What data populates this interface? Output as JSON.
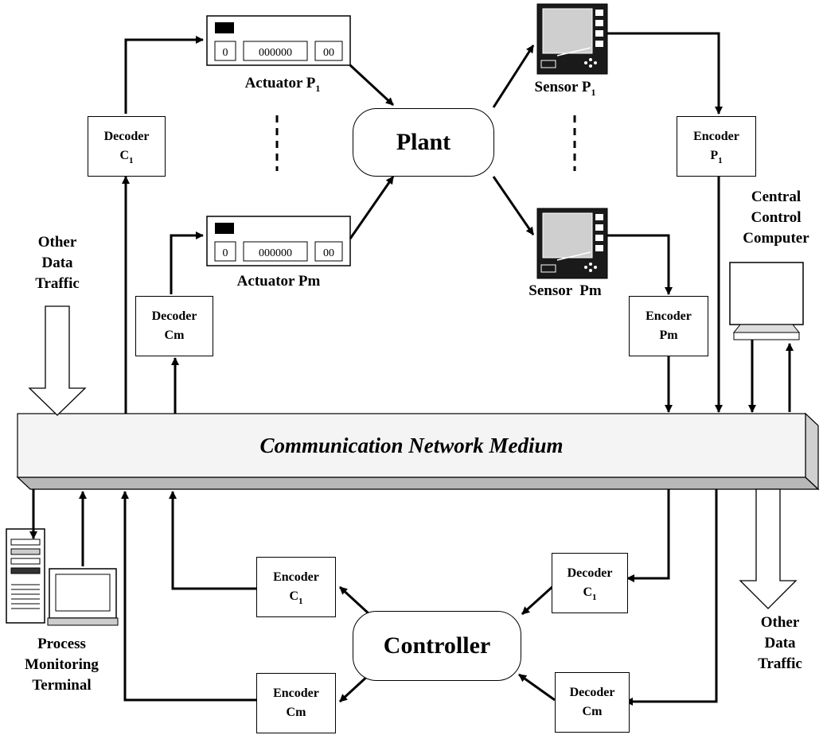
{
  "network": {
    "label": "Communication Network Medium"
  },
  "plant": {
    "label": "Plant"
  },
  "controller": {
    "label": "Controller"
  },
  "actuators": {
    "top": {
      "label": "Actuator P",
      "sub": "1"
    },
    "bottom": {
      "label": "Actuator Pm"
    }
  },
  "sensors": {
    "top": {
      "label": "Sensor P",
      "sub": "1"
    },
    "bottom": {
      "label": "Sensor  Pm"
    }
  },
  "plant_side": {
    "decoder_c1": {
      "line1": "Decoder",
      "line2": "C",
      "sub": "1"
    },
    "decoder_cm": {
      "line1": "Decoder",
      "line2": "Cm"
    },
    "encoder_p1": {
      "line1": "Encoder",
      "line2": "P",
      "sub": "1"
    },
    "encoder_pm": {
      "line1": "Encoder",
      "line2": "Pm"
    }
  },
  "controller_side": {
    "encoder_c1": {
      "line1": "Encoder",
      "line2": "C",
      "sub": "1"
    },
    "encoder_cm": {
      "line1": "Encoder",
      "line2": "Cm"
    },
    "decoder_c1": {
      "line1": "Decoder",
      "line2": "C",
      "sub": "1"
    },
    "decoder_cm": {
      "line1": "Decoder",
      "line2": "Cm"
    }
  },
  "central_computer": {
    "line1": "Central",
    "line2": "Control",
    "line3": "Computer"
  },
  "monitoring_terminal": {
    "line1": "Process",
    "line2": "Monitoring",
    "line3": "Terminal"
  },
  "traffic_in": {
    "line1": "Other",
    "line2": "Data",
    "line3": "Traffic"
  },
  "traffic_out": {
    "line1": "Other",
    "line2": "Data",
    "line3": "Traffic"
  },
  "actuator_panel": {
    "digits": "000000",
    "left_digit": "0",
    "right_digits": "00"
  }
}
